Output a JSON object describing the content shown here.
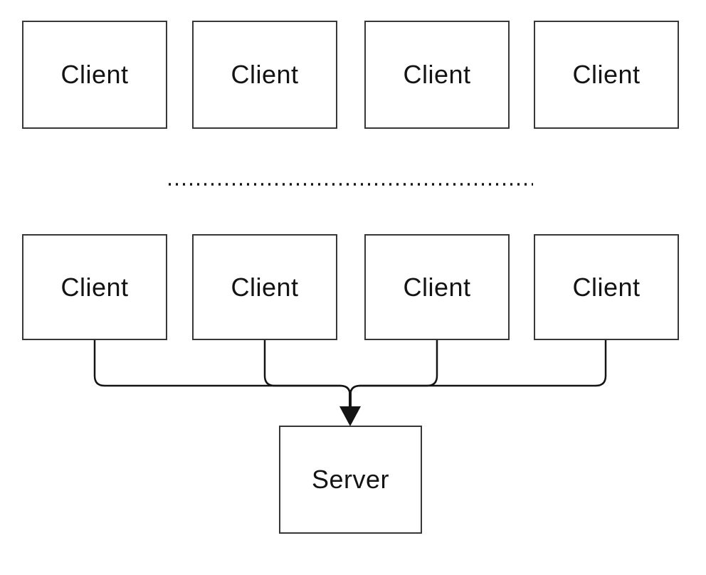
{
  "diagram": {
    "description": "client-server fan-in diagram",
    "top_row": {
      "clients": [
        "Client",
        "Client",
        "Client",
        "Client"
      ]
    },
    "bottom_row": {
      "clients": [
        "Client",
        "Client",
        "Client",
        "Client"
      ]
    },
    "server": {
      "label": "Server"
    },
    "separator": {
      "style": "dotted-line"
    },
    "colors": {
      "background": "#ffffff",
      "box_border": "#373737",
      "box_fill": "#ffffff",
      "text": "#141414",
      "connector": "#141414"
    }
  }
}
